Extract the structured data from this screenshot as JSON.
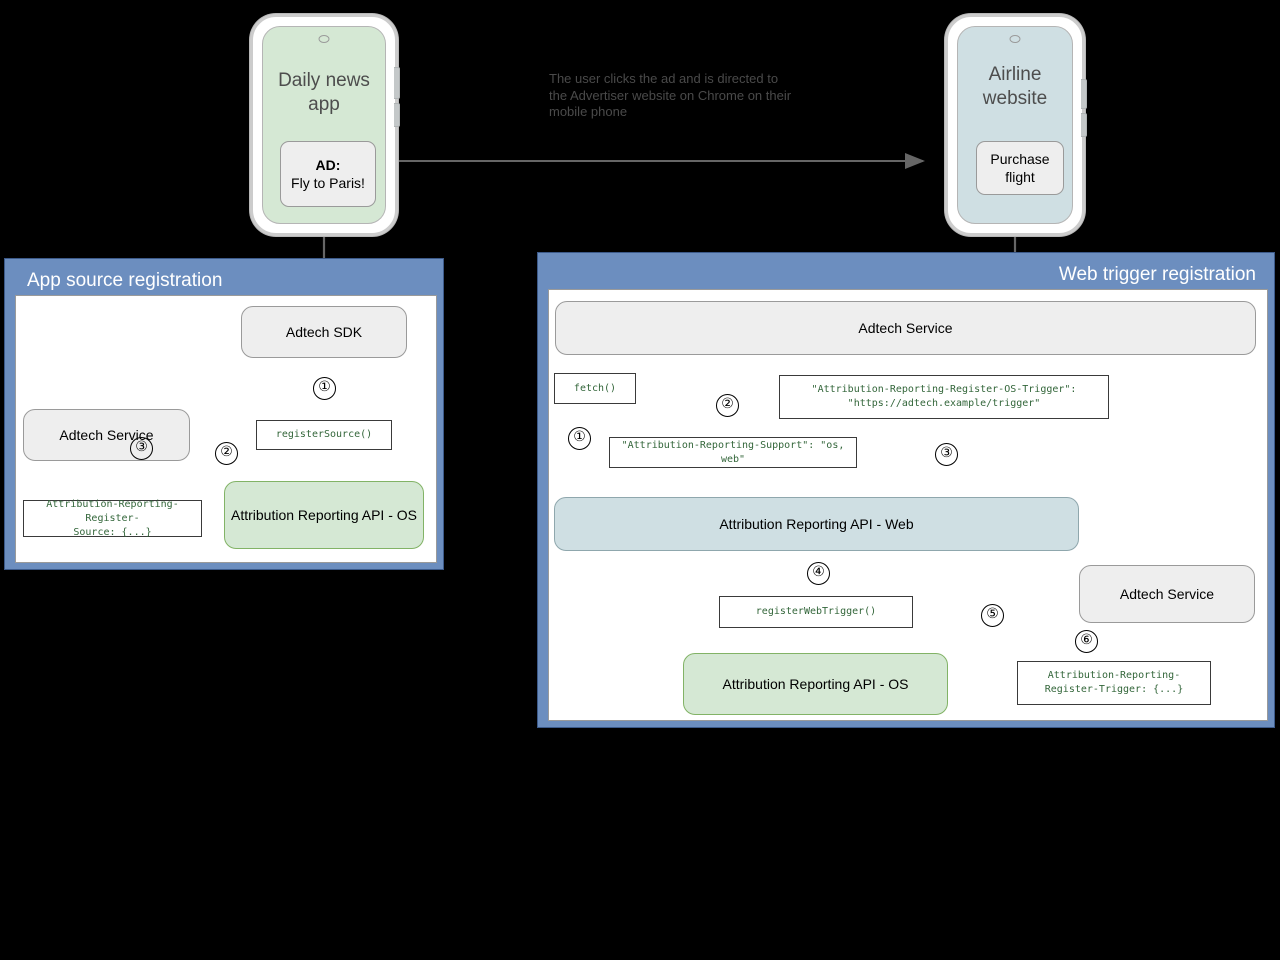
{
  "scene": {
    "background_color": "#000000",
    "panel_header_color": "#6c8ebf",
    "node_grey_fill": "#eeeeee",
    "node_green_fill": "#d5e8d4",
    "node_green_stroke": "#82b366",
    "node_blue_fill": "#cfdfe3",
    "code_text_color": "#33663a",
    "arrow_color": "#666666"
  },
  "phones": {
    "left": {
      "title": "Daily news\napp",
      "title_line1": "Daily news",
      "title_line2": "app",
      "card_line1": "AD:",
      "card_line2": "Fly to Paris!"
    },
    "right": {
      "title_line1": "Airline",
      "title_line2": "website",
      "card_line1": "Purchase",
      "card_line2": "flight"
    }
  },
  "caption": {
    "text": "The user clicks the ad and is directed to the Advertiser website on Chrome on their mobile phone"
  },
  "panels": {
    "app_source": {
      "title": "App source registration",
      "nodes": {
        "adtech_sdk": "Adtech SDK",
        "adtech_service": "Adtech Service",
        "attribution_api_os": "Attribution Reporting API - OS"
      },
      "code": {
        "register_source": "registerSource()",
        "register_source_header": "Attribution-Reporting-Register-\nSource: {...}"
      },
      "steps": [
        "①",
        "②",
        "③"
      ]
    },
    "web_trigger": {
      "title": "Web trigger registration",
      "nodes": {
        "adtech_service_top": "Adtech Service",
        "attribution_api_web": "Attribution Reporting API - Web",
        "attribution_api_os": "Attribution Reporting API - OS",
        "adtech_service_bottom": "Adtech Service"
      },
      "code": {
        "fetch": "fetch()",
        "support_header": "\"Attribution-Reporting-Support\": \"os, web\"",
        "register_os_trigger": "\"Attribution-Reporting-Register-OS-Trigger\":\n\"https://adtech.example/trigger\"",
        "register_web_trigger": "registerWebTrigger()",
        "register_trigger_header": "Attribution-Reporting-\nRegister-Trigger: {...}"
      },
      "steps": [
        "①",
        "②",
        "③",
        "④",
        "⑤",
        "⑥"
      ]
    }
  }
}
